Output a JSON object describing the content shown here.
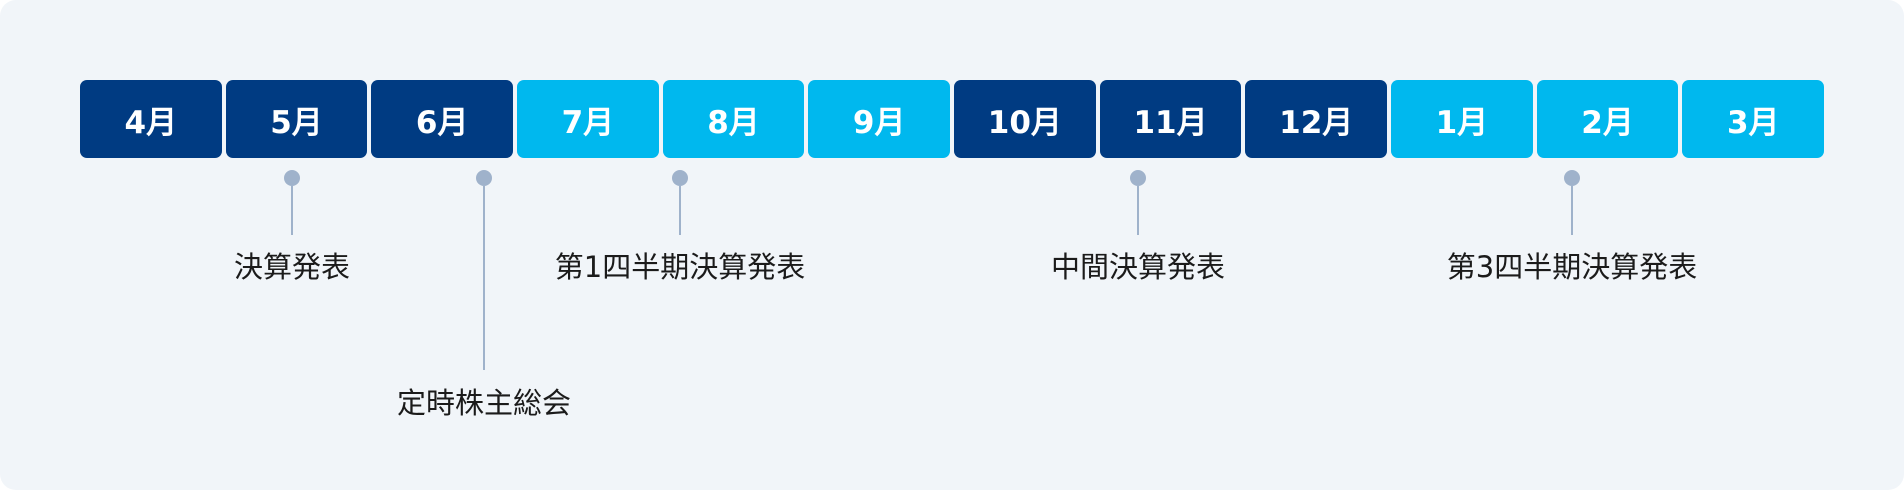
{
  "months": [
    {
      "label": "4月",
      "tone": "dark"
    },
    {
      "label": "5月",
      "tone": "dark"
    },
    {
      "label": "6月",
      "tone": "dark"
    },
    {
      "label": "7月",
      "tone": "light"
    },
    {
      "label": "8月",
      "tone": "light"
    },
    {
      "label": "9月",
      "tone": "light"
    },
    {
      "label": "10月",
      "tone": "dark"
    },
    {
      "label": "11月",
      "tone": "dark"
    },
    {
      "label": "12月",
      "tone": "dark"
    },
    {
      "label": "1月",
      "tone": "light"
    },
    {
      "label": "2月",
      "tone": "light"
    },
    {
      "label": "3月",
      "tone": "light"
    }
  ],
  "events": [
    {
      "label": "決算発表",
      "month": "5月"
    },
    {
      "label": "定時株主総会",
      "month": "6月"
    },
    {
      "label": "第1四半期決算発表",
      "month": "8月"
    },
    {
      "label": "中間決算発表",
      "month": "11月"
    },
    {
      "label": "第3四半期決算発表",
      "month": "2月"
    }
  ],
  "colors": {
    "dark_month": "#003b82",
    "light_month": "#00b8ee",
    "marker": "#9fb2cb",
    "background": "#f1f5f9"
  }
}
